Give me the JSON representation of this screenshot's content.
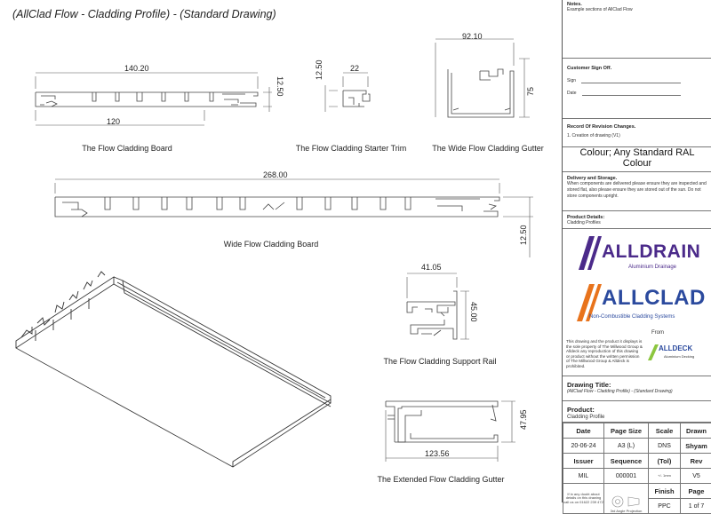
{
  "title": "(AllClad Flow - Cladding Profile) - (Standard Drawing)",
  "captions": {
    "flow_board": "The Flow Cladding Board",
    "starter_trim": "The Flow Cladding Starter Trim",
    "wide_gutter": "The Wide Flow Cladding Gutter",
    "wide_board": "Wide Flow Cladding Board",
    "support_rail": "The Flow Cladding Support Rail",
    "extended_gutter": "The Extended Flow Cladding Gutter"
  },
  "dimensions": {
    "board_width": "140.20",
    "board_pitch": "120",
    "board_height": "12.50",
    "trim_height": "12.50",
    "trim_width": "22",
    "gutter_width": "92.10",
    "gutter_height": "75",
    "wide_board_width": "268.00",
    "wide_board_height": "12.50",
    "rail_width": "41.05",
    "rail_height": "45.00",
    "ext_gutter_height": "47.95",
    "ext_gutter_width": "123.56"
  },
  "panel": {
    "notes_heading": "Notes.",
    "notes_text": "Example sections of AllClad Flow",
    "signoff_heading": "Customer Sign Off.",
    "sign_label": "Sign",
    "date_label": "Date",
    "revision_heading": "Record Of Revision Changes.",
    "revision_item": "1.      Creation of drawing (V1)",
    "colour_line1": "Colour; Any Standard RAL",
    "colour_line2": "Colour",
    "delivery_heading": "Delivery and Storage.",
    "delivery_text": "When components are delivered please ensure they are inspected and stored flat, also please ensure they are stored out of the sun. Do not store components upright.",
    "product_details_heading": "Product Details:",
    "product_details_text": "Cladding Profiles",
    "alldrain_name": "ALLDRAIN",
    "alldrain_sub": "Aluminium Drainage",
    "allclad_name": "ALLCLAD",
    "allclad_sub": "Non-Combustible Cladding Systems",
    "from_label": "From",
    "disclaimer": "This drawing and the product it displays is the sole property of The Millwood Group & Alldeck any reproduction of this drawing or product without the written permission of The Millwood Group & Alldeck is prohibited.",
    "alldeck_name": "ALLDECK",
    "alldeck_sub": "Aluminium Decking",
    "drawing_title_heading": "Drawing Title:",
    "drawing_title_text": "(AllClad Flow - Cladding Profile) - (Standard Drawing)",
    "product_heading": "Product:",
    "product_text": "Cladding Profile"
  },
  "title_block": {
    "date_h": "Date",
    "date_v": "20-06-24",
    "pagesize_h": "Page Size",
    "pagesize_v": "A3 (L)",
    "scale_h": "Scale",
    "scale_v": "DNS",
    "drawn_h": "Drawn",
    "drawn_v": "Shyam",
    "issuer_h": "Issuer",
    "issuer_v": "MIL",
    "sequence_h": "Sequence",
    "sequence_v": "000001",
    "tol_h": "(Tol)",
    "tol_v": "+/- 1mm",
    "rev_h": "Rev",
    "rev_v": "V5",
    "contact": "If in any doubt about details on this drawing call us on 01622 239 472",
    "projection": "3rd Angle Projection",
    "finish_h": "Finish",
    "finish_v": "PPC",
    "page_h": "Page",
    "page_v": "1 of 7"
  },
  "colors": {
    "alldrain_stripe": "#4b2a8a",
    "allclad_stripe": "#e8731c",
    "allclad_text": "#2b4a9e",
    "alldeck_green": "#8cc63f"
  }
}
